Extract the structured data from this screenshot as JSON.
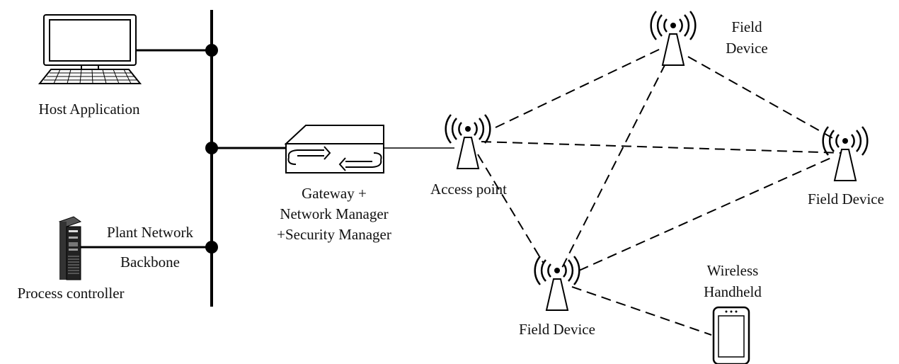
{
  "labels": {
    "host_application": "Host Application",
    "process_controller": "Process controller",
    "plant_network_line1": "Plant Network",
    "plant_network_line2": "Backbone",
    "gateway_line1": "Gateway +",
    "gateway_line2": "Network Manager",
    "gateway_line3": "+Security Manager",
    "access_point": "Access point",
    "field_device_top_line1": "Field",
    "field_device_top_line2": "Device",
    "field_device_right": "Field Device",
    "field_device_bottom": "Field Device",
    "wireless_line1": "Wireless",
    "wireless_line2": "Handheld"
  },
  "icons": {
    "computer": "desktop-computer-icon",
    "server": "server-tower-icon",
    "gateway": "router-gateway-icon",
    "antenna": "wireless-antenna-icon",
    "handheld": "smartphone-icon"
  },
  "colors": {
    "line": "#000000",
    "background": "#ffffff"
  }
}
